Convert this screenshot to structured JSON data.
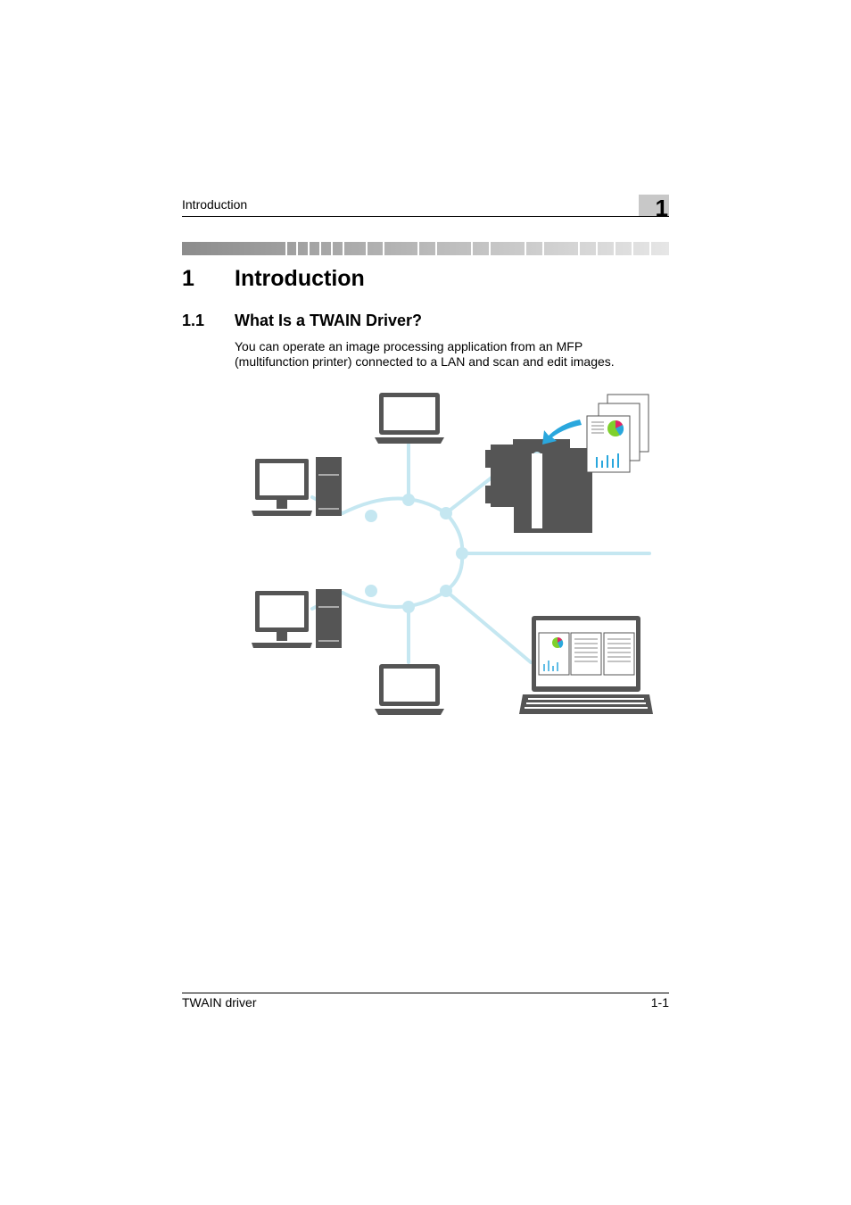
{
  "header": {
    "section_title": "Introduction",
    "chapter_number": "1"
  },
  "chapter": {
    "number": "1",
    "title": "Introduction"
  },
  "section": {
    "number": "1.1",
    "title": "What Is a TWAIN Driver?"
  },
  "body": {
    "lines": [
      "You can operate an image processing application from an MFP",
      "(multifunction printer) connected to a LAN and scan and edit images."
    ]
  },
  "footer": {
    "left": "TWAIN driver",
    "right": "1-1"
  },
  "colors": {
    "network_line": "#c5e7f1",
    "device_gray": "#555555",
    "arrow_blue": "#2aa7dd"
  }
}
